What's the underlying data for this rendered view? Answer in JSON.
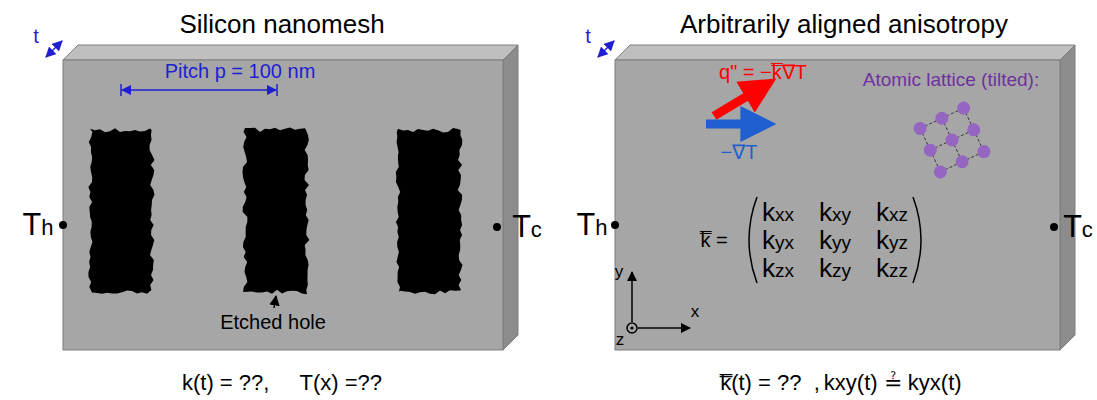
{
  "diagram": {
    "nodes": [
      {
        "text": [
          "Silicon nanomesh",
          "Pitch p = 100 nm",
          "Etched hole"
        ]
      },
      {
        "text": [
          "Arbitrarily aligned anisotropy",
          "q\" = −k̿∇T",
          "−∇T",
          "Atomic lattice (tilted):"
        ]
      }
    ],
    "labels": [
      "t",
      "Th",
      "Tc",
      "k(t) = ??,     T(x) =??",
      "t",
      "Th",
      "Tc",
      "k̿ =",
      "kxx",
      "kxy",
      "kxz",
      "kyx",
      "kyy",
      "kyz",
      "kzx",
      "kzy",
      "kzz",
      "x",
      "y",
      "z",
      "k̿(t) = ??  ,",
      "kxy(t) ≟ kyx(t)"
    ]
  }
}
